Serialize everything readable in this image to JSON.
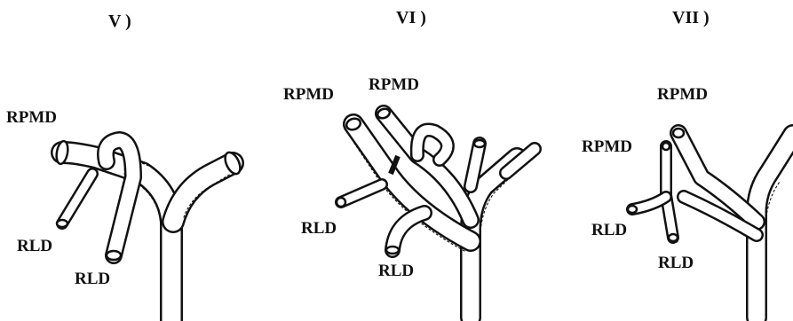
{
  "panels": [
    {
      "title": "V )",
      "labels": [
        "RPMD",
        "RLD",
        "RLD"
      ]
    },
    {
      "title": "VI )",
      "labels": [
        "RPMD",
        "RPMD",
        "RLD",
        "RLD"
      ]
    },
    {
      "title": "VII )",
      "labels": [
        "RPMD",
        "RPMD",
        "RLD",
        "RLD"
      ]
    }
  ],
  "colors": {
    "ink": "#111111",
    "background": "#ffffff"
  }
}
